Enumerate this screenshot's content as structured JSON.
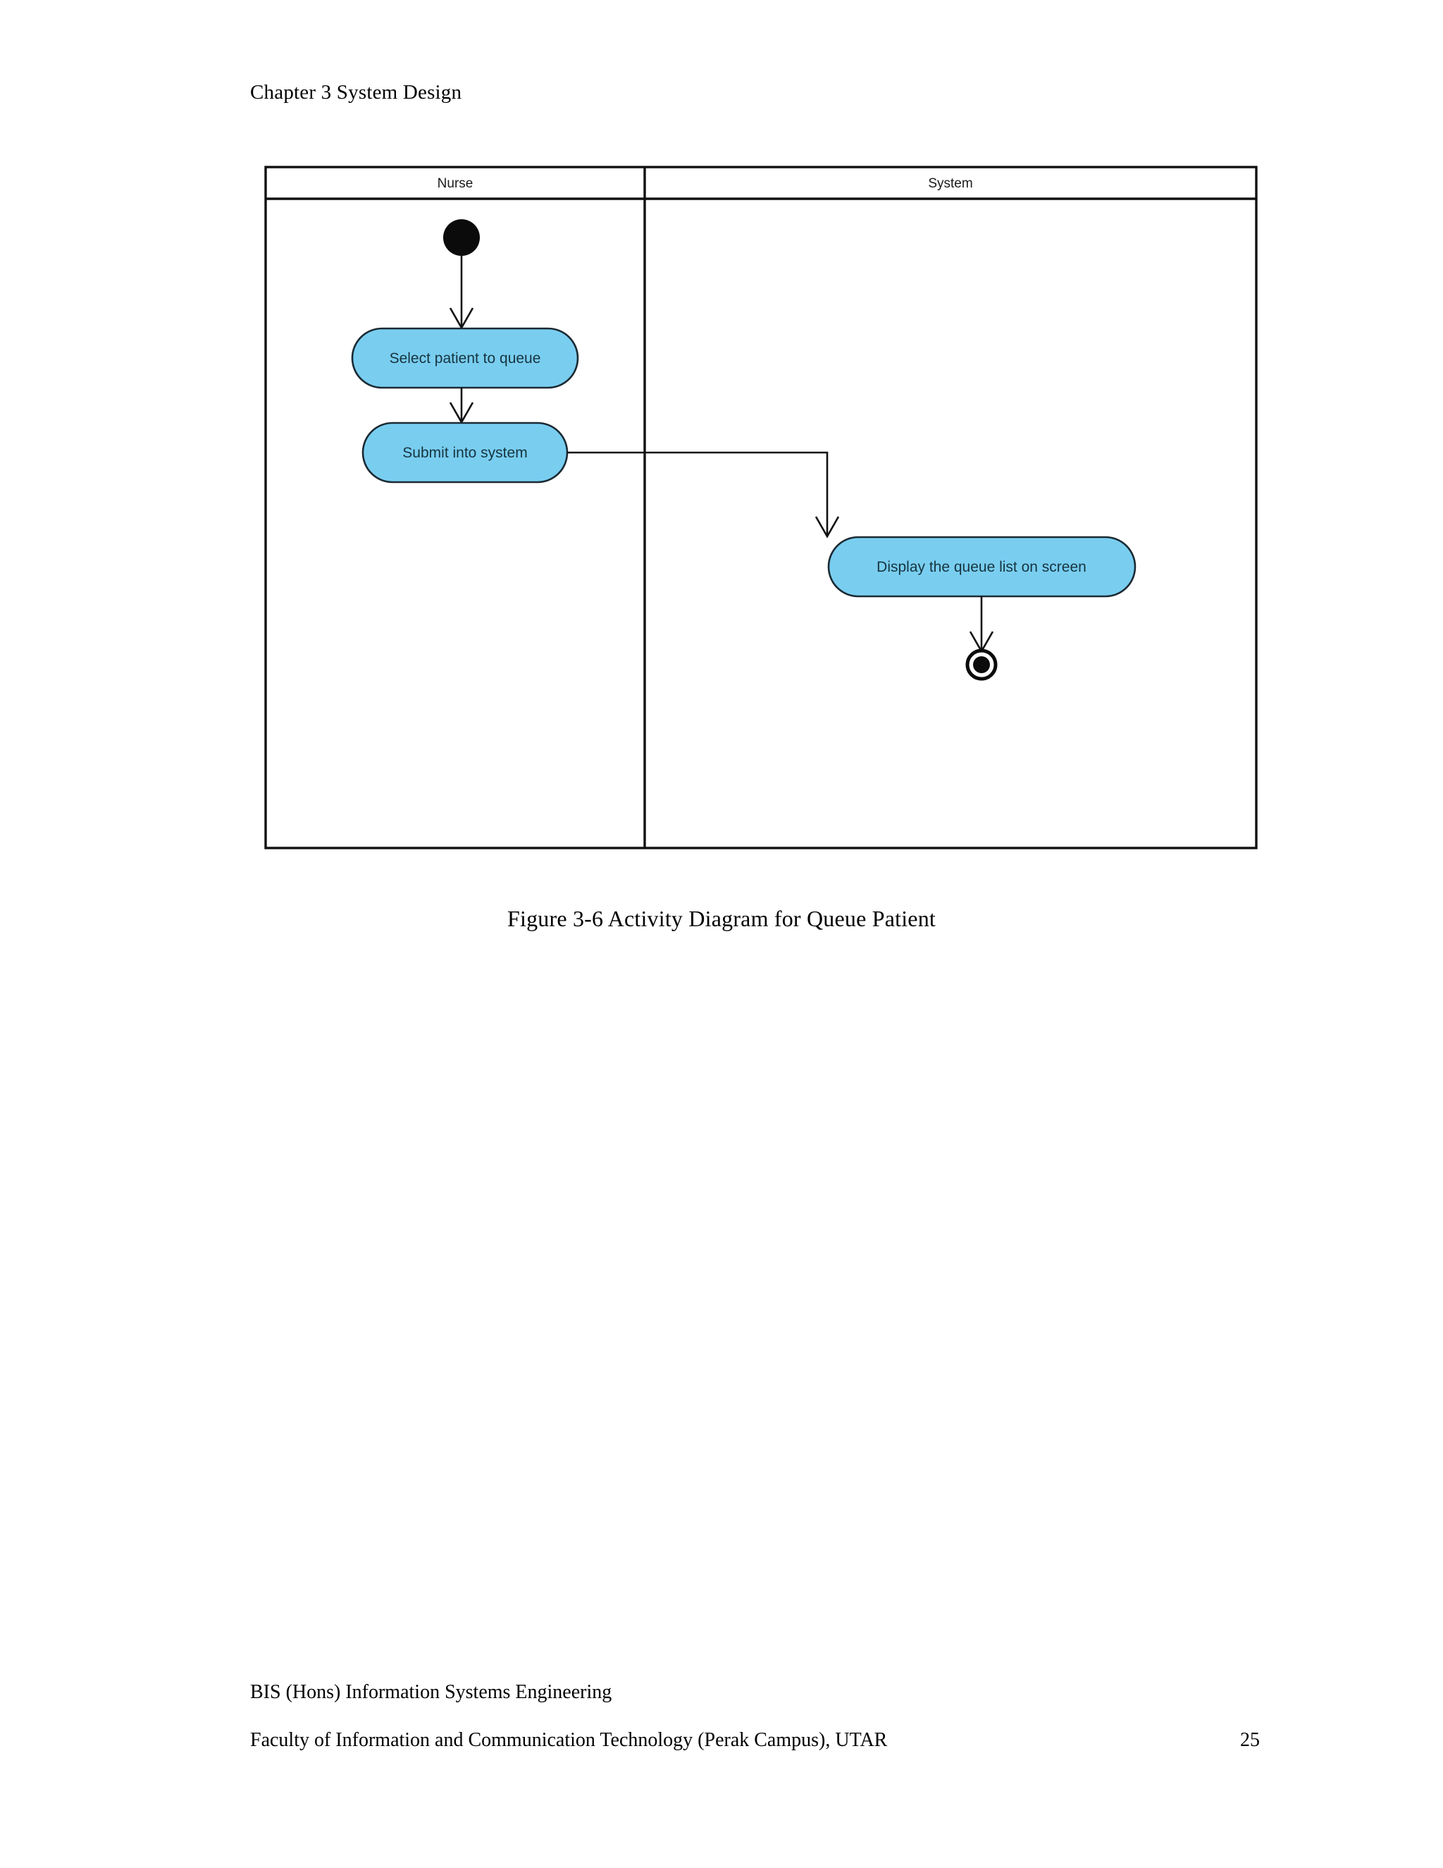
{
  "page": {
    "chapter_header": "Chapter 3 System Design",
    "figure_caption": "Figure 3-6 Activity Diagram for Queue Patient",
    "footer": {
      "line1": "BIS (Hons) Information Systems Engineering",
      "line2": "Faculty of Information and Communication Technology (Perak Campus), UTAR",
      "page_number": "25"
    }
  },
  "diagram": {
    "type": "uml-activity-diagram",
    "lanes": [
      {
        "id": "nurse",
        "title": "Nurse"
      },
      {
        "id": "system",
        "title": "System"
      }
    ],
    "nodes": [
      {
        "id": "start",
        "kind": "initial-node",
        "lane": "nurse",
        "label": ""
      },
      {
        "id": "select",
        "kind": "action",
        "lane": "nurse",
        "label": "Select patient to queue"
      },
      {
        "id": "submit",
        "kind": "action",
        "lane": "nurse",
        "label": "Submit into system"
      },
      {
        "id": "display",
        "kind": "action",
        "lane": "system",
        "label": "Display the queue list on screen"
      },
      {
        "id": "end",
        "kind": "final-node",
        "lane": "system",
        "label": ""
      }
    ],
    "edges": [
      {
        "from": "start",
        "to": "select",
        "routing": "straight-down"
      },
      {
        "from": "select",
        "to": "submit",
        "routing": "straight-down"
      },
      {
        "from": "submit",
        "to": "display",
        "routing": "right-then-down"
      },
      {
        "from": "display",
        "to": "end",
        "routing": "straight-down"
      }
    ],
    "colors": {
      "node_fill": "#79cef0",
      "node_stroke": "#1b2a33",
      "node_text": "#16343f",
      "frame_stroke": "#111111",
      "initial_node": "#0b0b0b",
      "final_node": "#0b0b0b"
    }
  }
}
